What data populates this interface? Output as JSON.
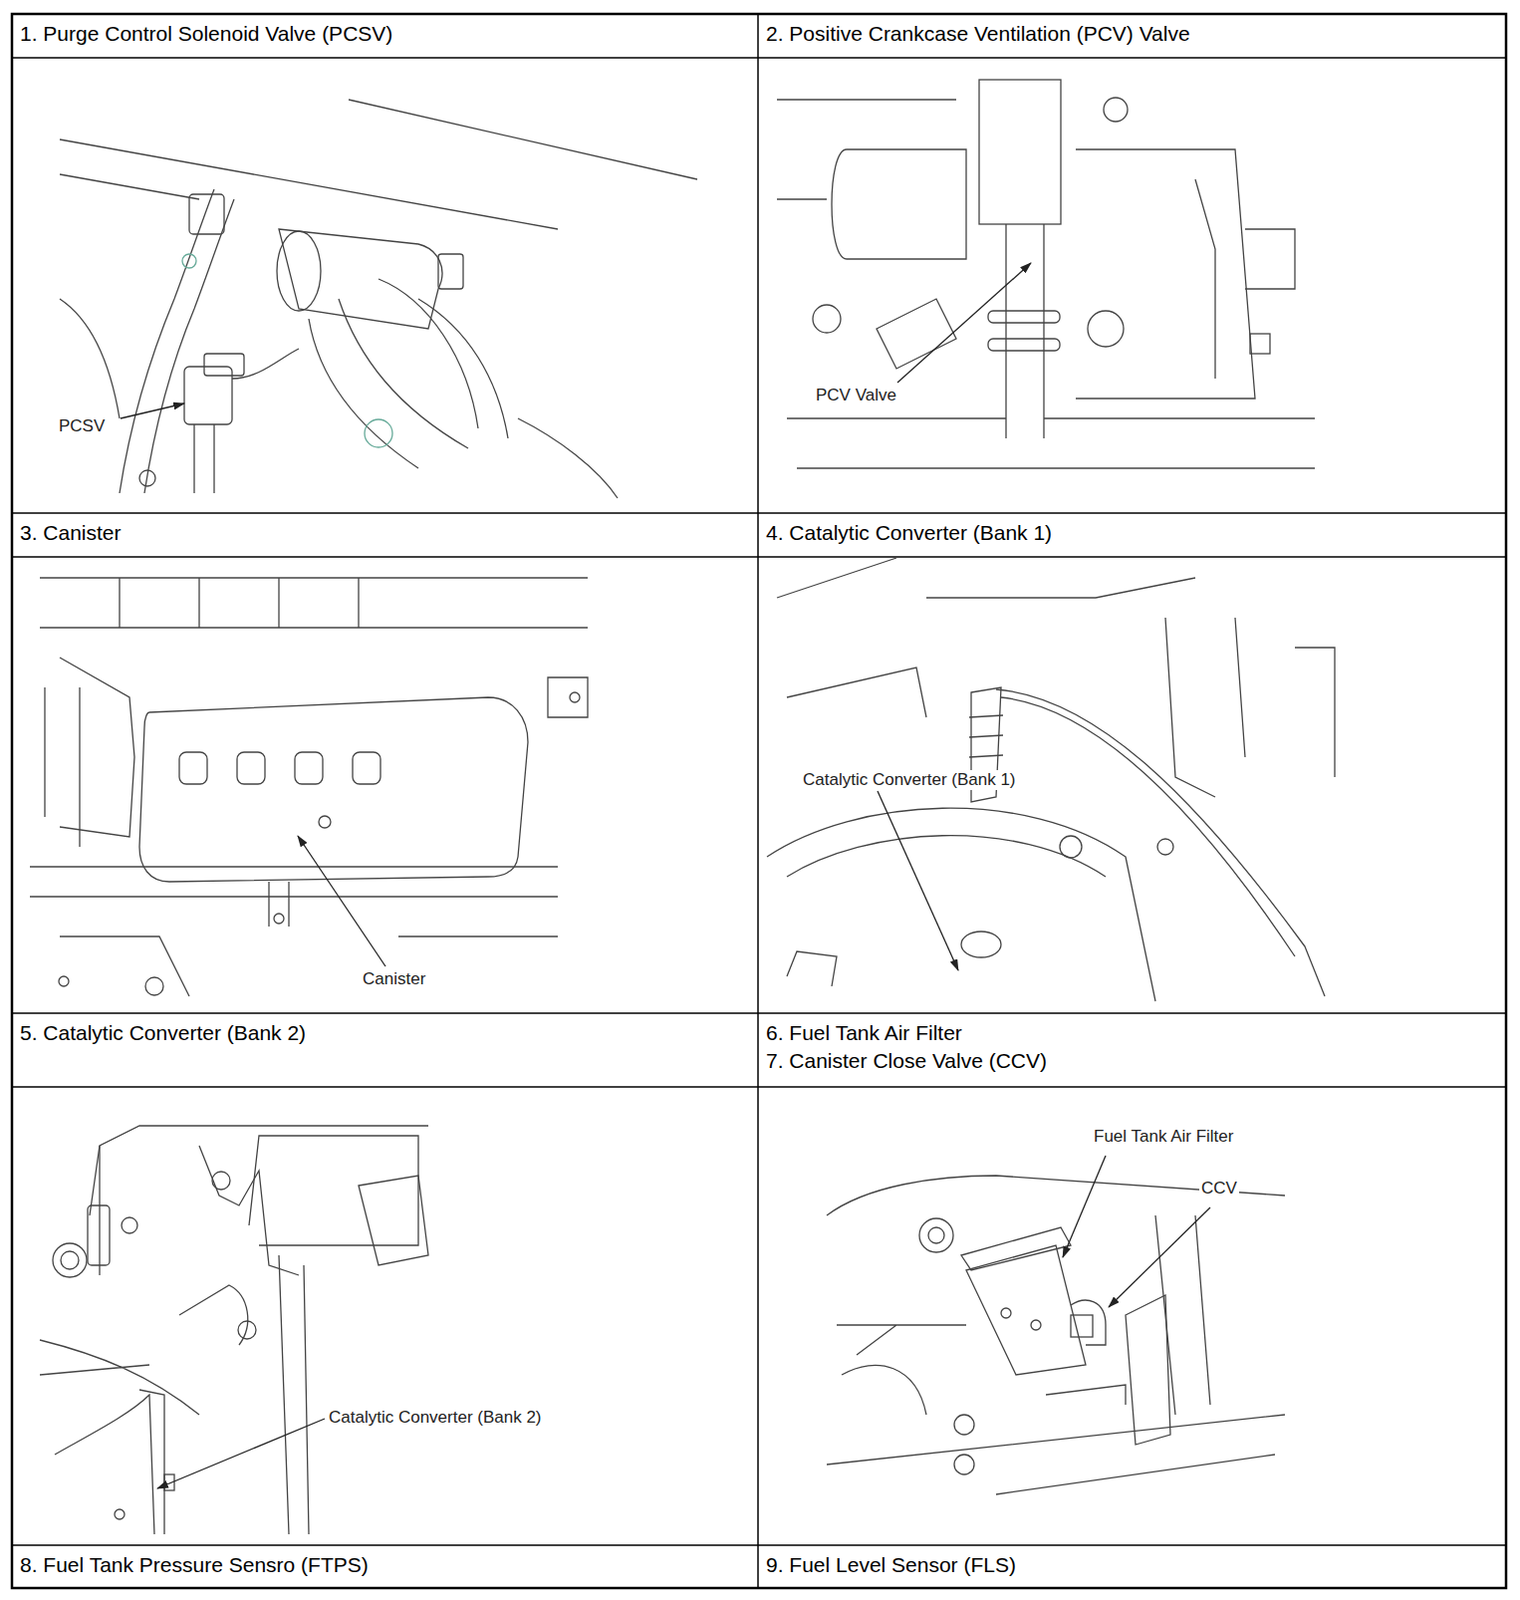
{
  "diagram": {
    "nodes": [
      {
        "text": [
          "1. Purge Control Solenoid Valve (PCSV)"
        ]
      },
      {
        "text": [
          "2. Positive Crankcase Ventilation (PCV) Valve"
        ]
      },
      {
        "text": [
          "3. Canister"
        ]
      },
      {
        "text": [
          "4. Catalytic Converter (Bank 1)"
        ]
      },
      {
        "text": [
          "5. Catalytic Converter (Bank 2)"
        ]
      },
      {
        "text": [
          "6. Fuel Tank Air Filter",
          "7. Canister Close Valve (CCV)"
        ]
      },
      {
        "text": [
          "8. Fuel Tank Pressure Sensro (FTPS)"
        ]
      },
      {
        "text": [
          "9. Fuel Level Sensor (FLS)"
        ]
      }
    ],
    "labels": [
      "PCSV",
      "PCV Valve",
      "Canister",
      "Catalytic Converter (Bank 1)",
      "Catalytic Converter (Bank 2)",
      "Fuel Tank Air Filter",
      "CCV"
    ]
  }
}
